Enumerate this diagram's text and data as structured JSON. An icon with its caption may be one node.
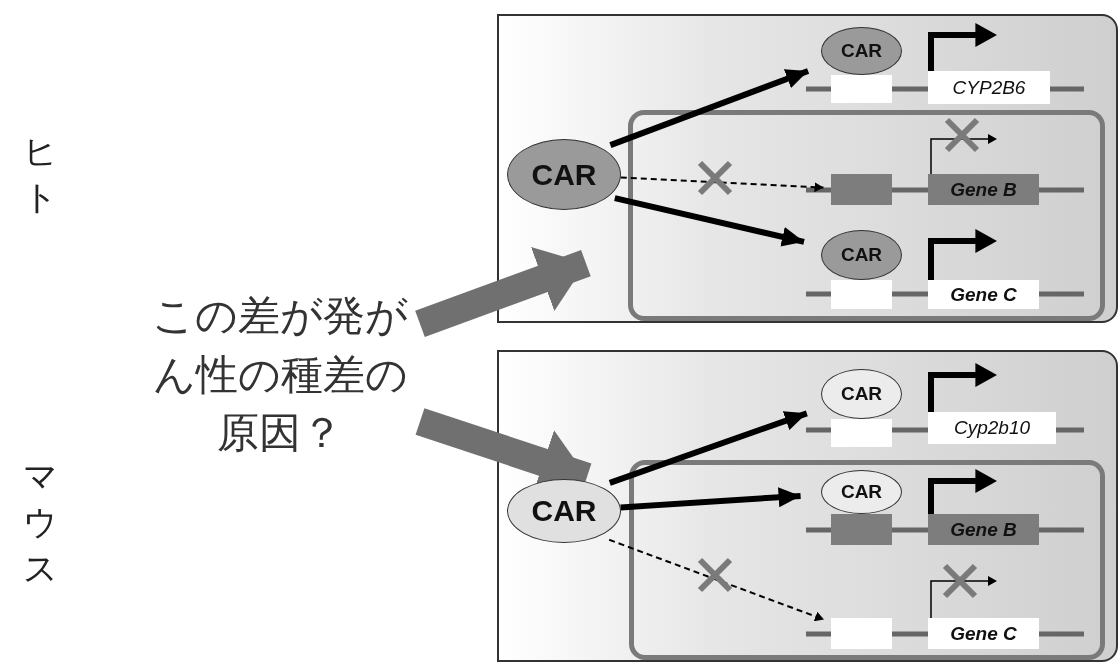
{
  "diagram": {
    "nodes": [
      {
        "text": [],
        "shape": "box"
      },
      {
        "text": [
          "CAR"
        ],
        "in": 0
      },
      {
        "text": [
          "CAR"
        ],
        "in": 0
      },
      {
        "text": [],
        "shape": "box",
        "in": 0
      },
      {
        "text": [
          "CYP2B6"
        ],
        "in": 0
      },
      {
        "text": [],
        "shape": "box",
        "in": 0
      },
      {
        "text": [],
        "shape": "box",
        "in": 5
      },
      {
        "text": [
          "Gene B"
        ],
        "in": 5
      },
      {
        "text": [
          "CAR"
        ],
        "in": 5
      },
      {
        "text": [],
        "shape": "box",
        "in": 5
      },
      {
        "text": [
          "Gene C"
        ],
        "in": 5
      },
      {
        "text": [
          "この差が発がん性の種差の原因？"
        ]
      },
      {
        "text": [],
        "shape": "box"
      },
      {
        "text": [
          "CAR"
        ],
        "in": 12
      },
      {
        "text": [
          "CAR"
        ],
        "in": 12
      },
      {
        "text": [],
        "shape": "box",
        "in": 12
      },
      {
        "text": [
          "Cyp2b10"
        ],
        "in": 12
      },
      {
        "text": [],
        "shape": "box",
        "in": 12
      },
      {
        "text": [
          "CAR"
        ],
        "in": 17
      },
      {
        "text": [],
        "shape": "box",
        "in": 17
      },
      {
        "text": [
          "Gene B"
        ],
        "in": 17
      },
      {
        "text": [],
        "shape": "box",
        "in": 17
      },
      {
        "text": [
          "Gene C"
        ],
        "in": 17
      }
    ],
    "edges": [
      {
        "from": 1,
        "to": 2,
        "arrow": "to"
      },
      {
        "from": 1,
        "to": 6,
        "arrow": "to",
        "style": "dashed"
      },
      {
        "from": 1,
        "to": 8,
        "arrow": "to"
      },
      {
        "from": 11,
        "to": 5,
        "arrow": "to",
        "style": "thick",
        "color": "#707070"
      },
      {
        "from": 11,
        "to": 17,
        "arrow": "to",
        "style": "thick",
        "color": "#707070"
      },
      {
        "from": 13,
        "to": 14,
        "arrow": "to"
      },
      {
        "from": 13,
        "to": 18,
        "arrow": "to"
      },
      {
        "from": 13,
        "to": 21,
        "arrow": "to",
        "style": "dashed"
      }
    ],
    "labels": [
      "ヒト",
      "マウス"
    ]
  }
}
